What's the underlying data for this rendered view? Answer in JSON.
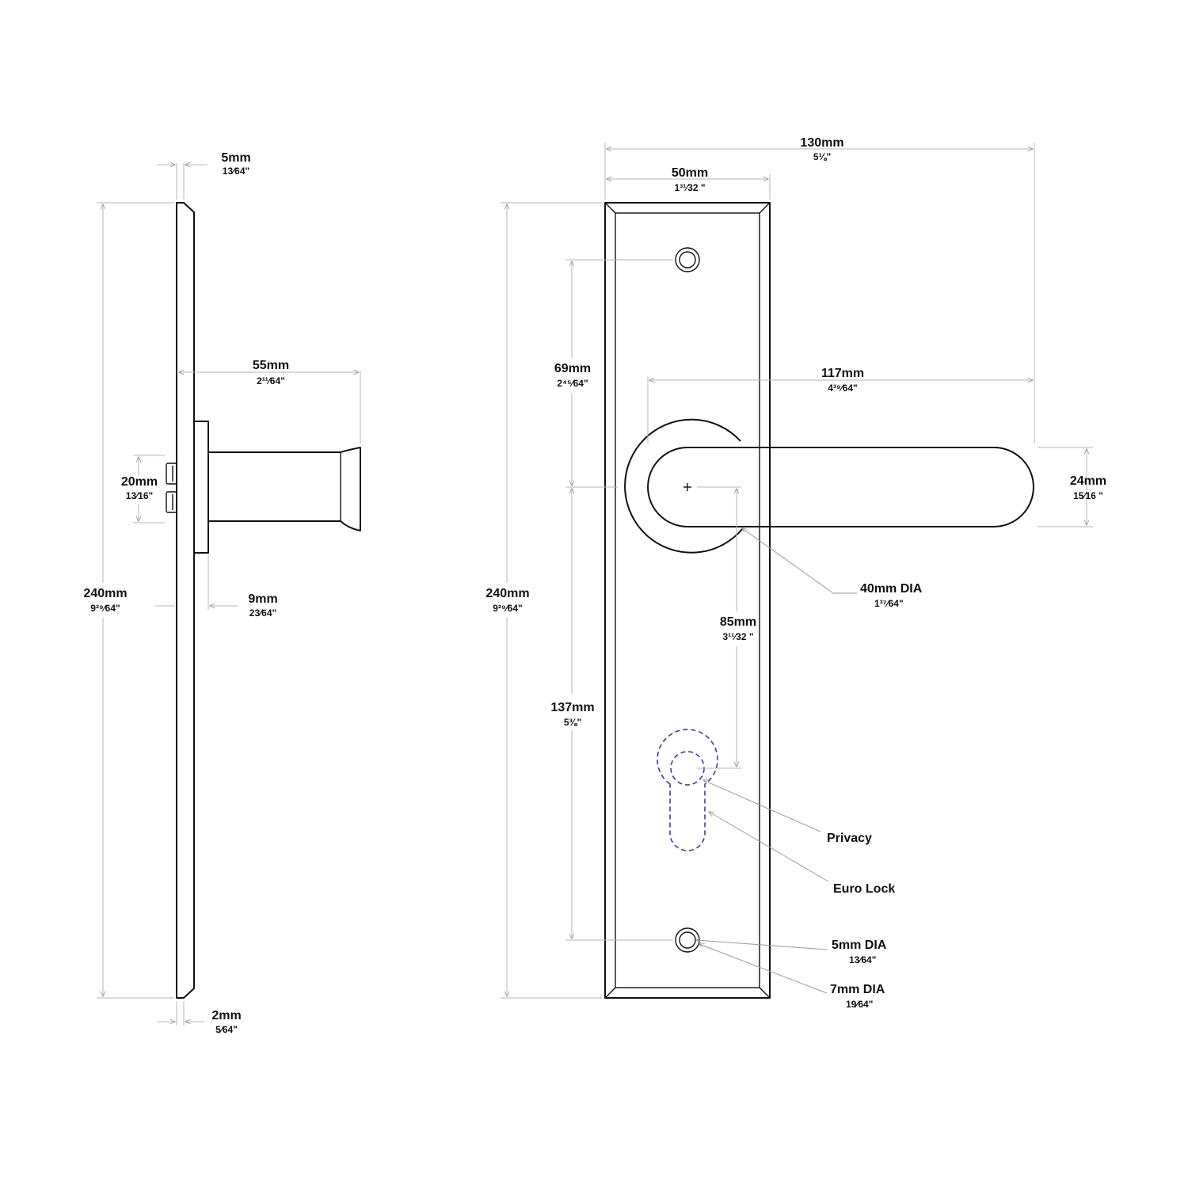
{
  "colors": {
    "line": "#111111",
    "dimension": "#b5b5b5",
    "lock_outline": "#3b3b9e"
  },
  "side_view": {
    "plate_thickness": {
      "mm": "5mm",
      "in": "13⁄64\""
    },
    "height": {
      "mm": "240mm",
      "in": "9²⁹⁄64\""
    },
    "projection": {
      "mm": "55mm",
      "in": "2¹¹⁄64\""
    },
    "spindle": {
      "mm": "20mm",
      "in": "13⁄16\""
    },
    "rose_depth": {
      "mm": "9mm",
      "in": "23⁄64\""
    },
    "edge": {
      "mm": "2mm",
      "in": "5⁄64\""
    }
  },
  "front_view": {
    "overall_width": {
      "mm": "130mm",
      "in": "5⅛\""
    },
    "plate_width": {
      "mm": "50mm",
      "in": "1³¹⁄32 \""
    },
    "height": {
      "mm": "240mm",
      "in": "9²⁹⁄64\""
    },
    "screw_to_lever": {
      "mm": "69mm",
      "in": "2⁴⁵⁄64\""
    },
    "lever_length": {
      "mm": "117mm",
      "in": "4³⁹⁄64\""
    },
    "lever_height": {
      "mm": "24mm",
      "in": "15⁄16 \""
    },
    "rose_diameter": {
      "mm": "40mm DIA",
      "in": "1³⁷⁄64\""
    },
    "lever_to_lock": {
      "mm": "85mm",
      "in": "3¹¹⁄32 \""
    },
    "lever_to_screw": {
      "mm": "137mm",
      "in": "5⅜\""
    },
    "screw_hole": {
      "mm": "5mm DIA",
      "in": "13⁄64\""
    },
    "screw_head": {
      "mm": "7mm DIA",
      "in": "19⁄64\""
    },
    "labels": {
      "privacy": "Privacy",
      "euro_lock": "Euro Lock"
    }
  }
}
